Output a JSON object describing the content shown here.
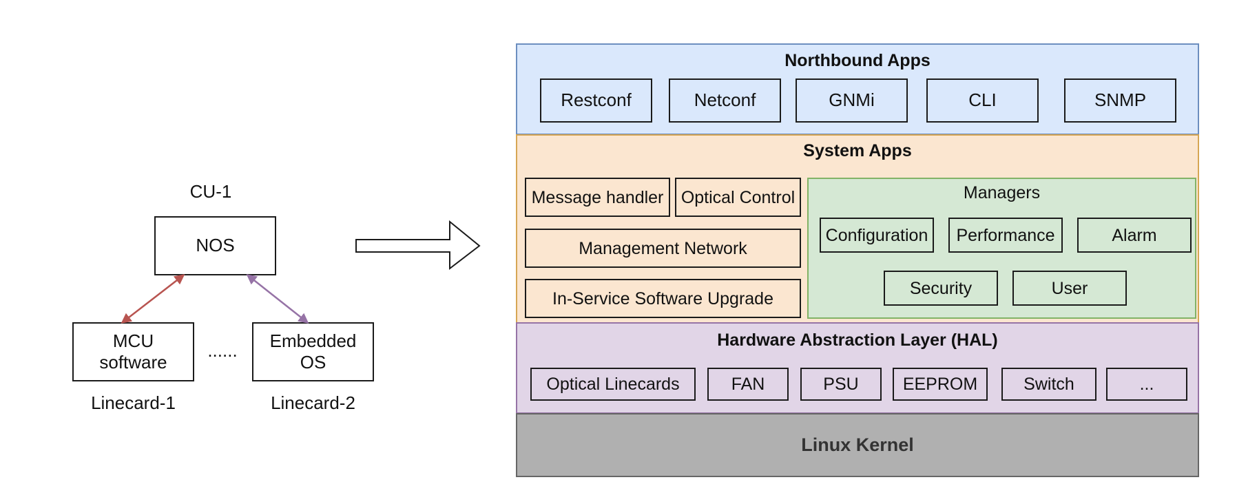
{
  "left": {
    "cu_label": "CU-1",
    "nos": "NOS",
    "linecard1_box": "MCU software",
    "linecard1_label": "Linecard-1",
    "ellipsis": "......",
    "linecard2_box": "Embedded OS",
    "linecard2_label": "Linecard-2"
  },
  "stack": {
    "northbound": {
      "title": "Northbound Apps",
      "items": [
        "Restconf",
        "Netconf",
        "GNMi",
        "CLI",
        "SNMP"
      ]
    },
    "system": {
      "title": "System Apps",
      "message_handler": "Message handler",
      "optical_control": "Optical Control",
      "management_network": "Management Network",
      "issu": "In-Service Software Upgrade",
      "managers": {
        "title": "Managers",
        "items": [
          "Configuration",
          "Performance",
          "Alarm",
          "Security",
          "User"
        ]
      }
    },
    "hal": {
      "title": "Hardware Abstraction Layer (HAL)",
      "items": [
        "Optical Linecards",
        "FAN",
        "PSU",
        "EEPROM",
        "Switch",
        "..."
      ]
    },
    "kernel": {
      "title": "Linux Kernel"
    }
  },
  "colors": {
    "northbound_fill": "#dae8fc",
    "northbound_border": "#6c8ebf",
    "system_fill": "#fbe6d0",
    "system_border": "#d6a653",
    "managers_fill": "#d5e8d4",
    "managers_border": "#82b366",
    "hal_fill": "#e1d5e7",
    "hal_border": "#9673a6",
    "kernel_fill": "#b0b0b0",
    "kernel_border": "#666666",
    "arrow_red": "#b85450",
    "arrow_purple": "#9673a6"
  }
}
